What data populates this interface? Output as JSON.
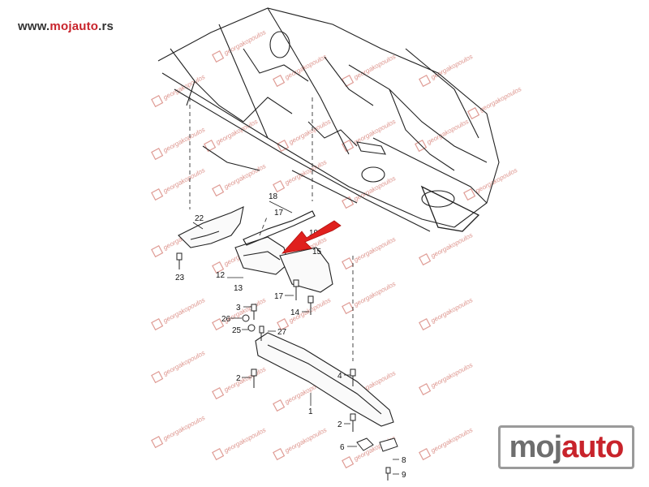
{
  "header": {
    "url_prefix": "www.",
    "url_brand": "mojauto",
    "url_suffix": ".rs"
  },
  "watermark_text": "georgakopoulos",
  "logo": {
    "part1": "moj",
    "part2": "auto"
  },
  "callouts": [
    "18",
    "17",
    "19",
    "22",
    "15",
    "12",
    "13",
    "23",
    "17",
    "14",
    "3",
    "26",
    "25",
    "27",
    "4",
    "2",
    "1",
    "2",
    "6",
    "8",
    "9"
  ],
  "colors": {
    "accent": "#c8232b",
    "arrow": "#e0201e",
    "line": "#222222"
  }
}
